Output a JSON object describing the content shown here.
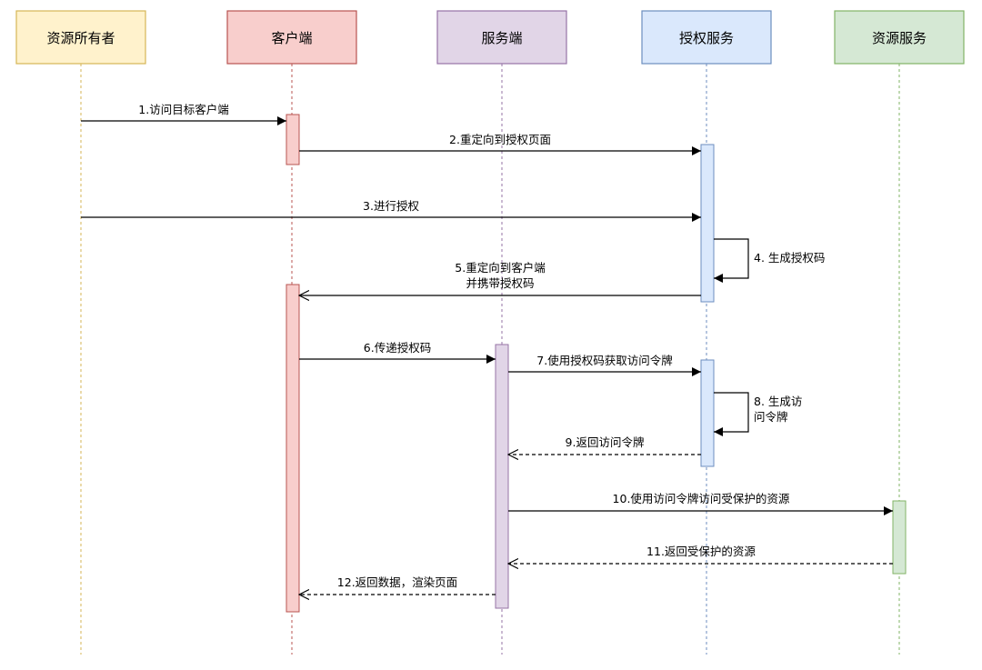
{
  "actors": [
    {
      "id": "resource-owner",
      "label": "资源所有者",
      "fill": "#fff2cc",
      "stroke": "#d6b656"
    },
    {
      "id": "client",
      "label": "客户端",
      "fill": "#f8cecc",
      "stroke": "#b85450"
    },
    {
      "id": "server",
      "label": "服务端",
      "fill": "#e1d5e7",
      "stroke": "#9673a6"
    },
    {
      "id": "auth-service",
      "label": "授权服务",
      "fill": "#dae8fc",
      "stroke": "#6c8ebf"
    },
    {
      "id": "resource-service",
      "label": "资源服务",
      "fill": "#d5e8d4",
      "stroke": "#82b366"
    }
  ],
  "messages": [
    {
      "id": "msg-1",
      "label": "1.访问目标客户端"
    },
    {
      "id": "msg-2",
      "label": "2.重定向到授权页面"
    },
    {
      "id": "msg-3",
      "label": "3.进行授权"
    },
    {
      "id": "msg-4",
      "label": "4. 生成授权码"
    },
    {
      "id": "msg-5",
      "label": "5.重定向到客户端\n并携带授权码"
    },
    {
      "id": "msg-6",
      "label": "6.传递授权码"
    },
    {
      "id": "msg-7",
      "label": "7.使用授权码获取访问令牌"
    },
    {
      "id": "msg-8",
      "label": "8. 生成访\n问令牌"
    },
    {
      "id": "msg-9",
      "label": "9.返回访问令牌"
    },
    {
      "id": "msg-10",
      "label": "10.使用访问令牌访问受保护的资源"
    },
    {
      "id": "msg-11",
      "label": "11.返回受保护的资源"
    },
    {
      "id": "msg-12",
      "label": "12.返回数据，渲染页面"
    }
  ]
}
